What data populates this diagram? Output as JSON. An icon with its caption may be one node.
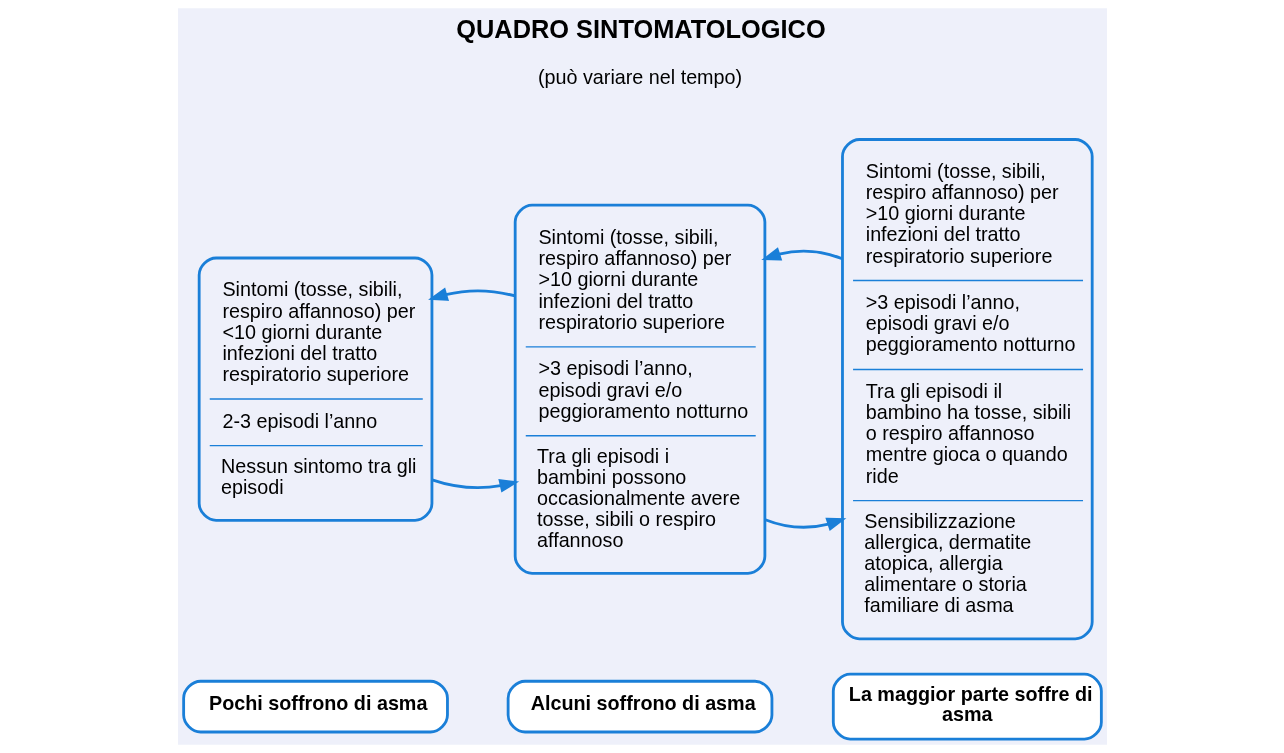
{
  "diagram": {
    "title": "QUADRO SINTOMATOLOGICO",
    "nodes": [
      {
        "text": [
          "Sintomi (tosse, sibili, respiro affannoso) per <10 giorni durante infezioni del tratto respiratorio superiore",
          "2-3 episodi l’anno",
          "Nessun sintomo tra gli episodi"
        ]
      },
      {
        "text": [
          "Sintomi (tosse, sibili, respiro affannoso) per >10 giorni durante infezioni del tratto respiratorio superiore",
          ">3 episodi l’anno, episodi gravi e/o peggioramento notturno",
          "Tra gli episodi i bambini possono occasionalmente avere tosse, sibili o respiro affannoso"
        ]
      },
      {
        "text": [
          "Sintomi (tosse, sibili, respiro affannoso) per >10 giorni durante infezioni del tratto respiratorio superiore",
          ">3 episodi l’anno, episodi gravi e/o peggioramento notturno",
          "Tra gli episodi il bambino ha tosse, sibili o respiro affannoso mentre gioca o quando ride",
          "Sensibilizzazione allergica, dermatite atopica, allergia alimentare o storia familiare di asma"
        ]
      },
      {
        "text": [
          "Pochi soffrono di asma"
        ]
      },
      {
        "text": [
          "Alcuni soffrono di asma"
        ]
      },
      {
        "text": [
          "La maggior parte soffre di asma"
        ]
      }
    ],
    "edges": [
      {
        "from": 0,
        "to": 1,
        "arrow": "to"
      },
      {
        "from": 1,
        "to": 2,
        "arrow": "to"
      },
      {
        "from": 1,
        "to": 0,
        "arrow": "to"
      },
      {
        "from": 2,
        "to": 1,
        "arrow": "to"
      }
    ],
    "labels": [
      "(può variare nel tempo)"
    ]
  }
}
